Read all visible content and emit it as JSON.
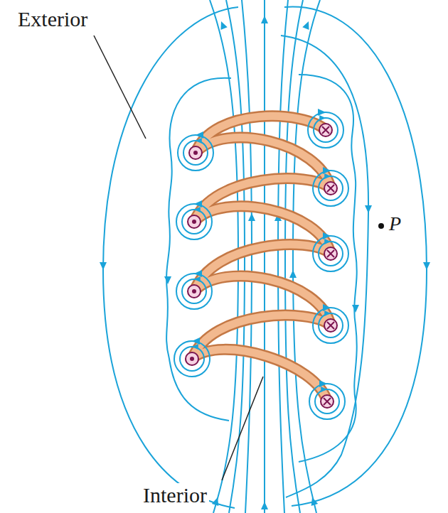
{
  "diagram": {
    "labels": [
      "Exterior",
      "Interior",
      "P"
    ]
  }
}
